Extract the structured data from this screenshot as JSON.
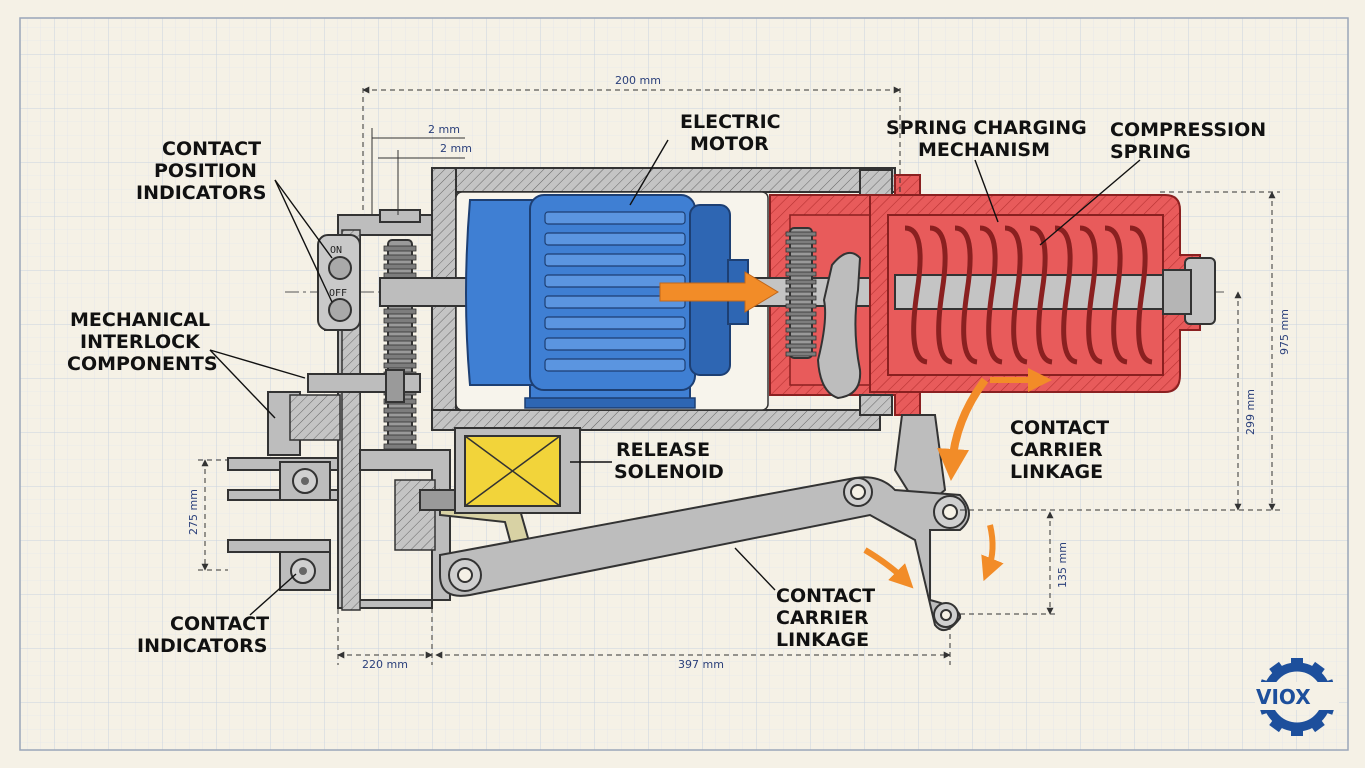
{
  "labels": {
    "contact_position_indicators": [
      "CONTACT",
      "POSITION",
      "INDICATORS"
    ],
    "mechanical_interlock": [
      "MECHANICAL",
      "INTERLOCK",
      "COMPONENTS"
    ],
    "contact_indicators": [
      "CONTACT",
      "INDICATORS"
    ],
    "electric_motor": [
      "ELECTRIC",
      "MOTOR"
    ],
    "spring_charging": [
      "SPRING CHARGING",
      "MECHANISM"
    ],
    "compression_spring": [
      "COMPRESSION",
      "SPRING"
    ],
    "release_solenoid": [
      "RELEASE",
      "SOLENOID"
    ],
    "contact_carrier_linkage_right": [
      "CONTACT",
      "CARRIER",
      "LINKAGE"
    ],
    "contact_carrier_linkage_bottom": [
      "CONTACT",
      "CARRIER",
      "LINKAGE"
    ]
  },
  "indicators": {
    "on": "ON",
    "off": "OFF"
  },
  "dimensions": {
    "top_width": "200 mm",
    "offset_a": "2 mm",
    "offset_b": "2 mm",
    "left_height": "275 mm",
    "bottom_left": "220 mm",
    "bottom_right": "397 mm",
    "right_outer": "975 mm",
    "right_inner": "299 mm",
    "lower_right": "135 mm"
  },
  "logo": {
    "text": "VIOX"
  },
  "colors": {
    "background": "#f5f1e6",
    "grid": "#c9d3e0",
    "motor_blue": "#3f7fd3",
    "spring_red": "#e85b5b",
    "solenoid_yellow": "#f2d43a",
    "arrow_orange": "#f28c28",
    "housing_gray": "#bdbdbd",
    "dimension_text": "#2a3f7a"
  }
}
